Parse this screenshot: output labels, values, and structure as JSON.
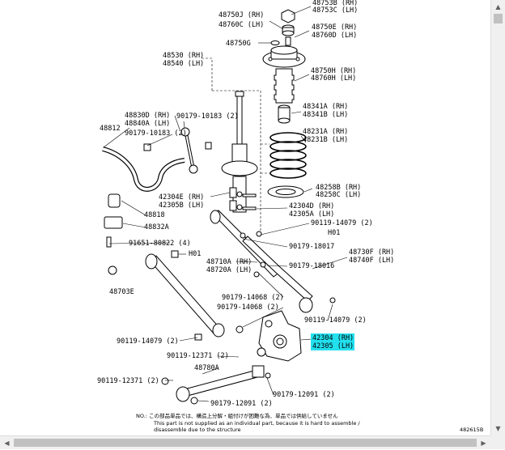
{
  "diagram": {
    "labels": {
      "l48753B": "48753B (RH)",
      "l48753C": "48753C (LH)",
      "l48750J": "48750J (RH)",
      "l48760C": "48760C (LH)",
      "l48750E": "48750E (RH)",
      "l48760D": "48760D (LH)",
      "l48750G": "48750G",
      "l48530": "48530 (RH)",
      "l48540": "48540 (LH)",
      "l48750H": "48750H (RH)",
      "l48760H": "48760H (LH)",
      "l48341A": "48341A (RH)",
      "l48341B": "48341B (LH)",
      "l48830D": "48830D (RH)",
      "l48840A": "48840A (LH)",
      "l90179_10183a": "90179-10183 (2)",
      "l48812": "48812",
      "l90179_10183b": "90179-10183 (2)",
      "l48231A": "48231A (RH)",
      "l48231B": "48231B (LH)",
      "l48258B": "48258B (RH)",
      "l48258C": "48258C (LH)",
      "l42304E": "42304E (RH)",
      "l42305B": "42305B (LH)",
      "l42304D": "42304D (RH)",
      "l42305A": "42305A (LH)",
      "l48818": "48818",
      "l48832A": "48832A",
      "l90119_14079a": "90119-14079 (2)",
      "lH01a": "H01",
      "l90179_18017": "90179-18017",
      "l91651": "91651-80822 (4)",
      "lH01b": "H01",
      "l48730F": "48730F (RH)",
      "l48740F": "48740F (LH)",
      "l48710A": "48710A (RH)",
      "l48720A": "48720A (LH)",
      "l90179_18016": "90179-18016",
      "l48703E": "48703E",
      "l90179_14068a": "90179-14068 (2)",
      "l90179_14068b": "90179-14068 (2)",
      "l90119_14079b": "90119-14079 (2)",
      "l90119_14079c": "90119-14079 (2)",
      "l42304": "42304 (RH)",
      "l42305": "42305 (LH)",
      "l90119_12371a": "90119-12371 (2)",
      "l48780A": "48780A",
      "l90119_12371b": "90119-12371 (2)",
      "l90179_12091a": "90179-12091 (2)",
      "l90179_12091b": "90179-12091 (2)"
    },
    "note_line1": "NO.: この部品単品では、構造上分解・組付けが困難な為、単品では供給していません",
    "note_line2": "This part is not supplied as an individual part, because it is hard to assemble  /",
    "note_line3": "disassemble due to the structure",
    "figure_code": "482615B"
  },
  "colors": {
    "highlight": "#22e0ee",
    "line": "#000000",
    "scrollbar": "#f0f0f0",
    "thumb": "#c1c1c1"
  },
  "scrollbar": {
    "up_icon": "▲",
    "down_icon": "▼",
    "left_icon": "◀",
    "right_icon": "▶"
  }
}
